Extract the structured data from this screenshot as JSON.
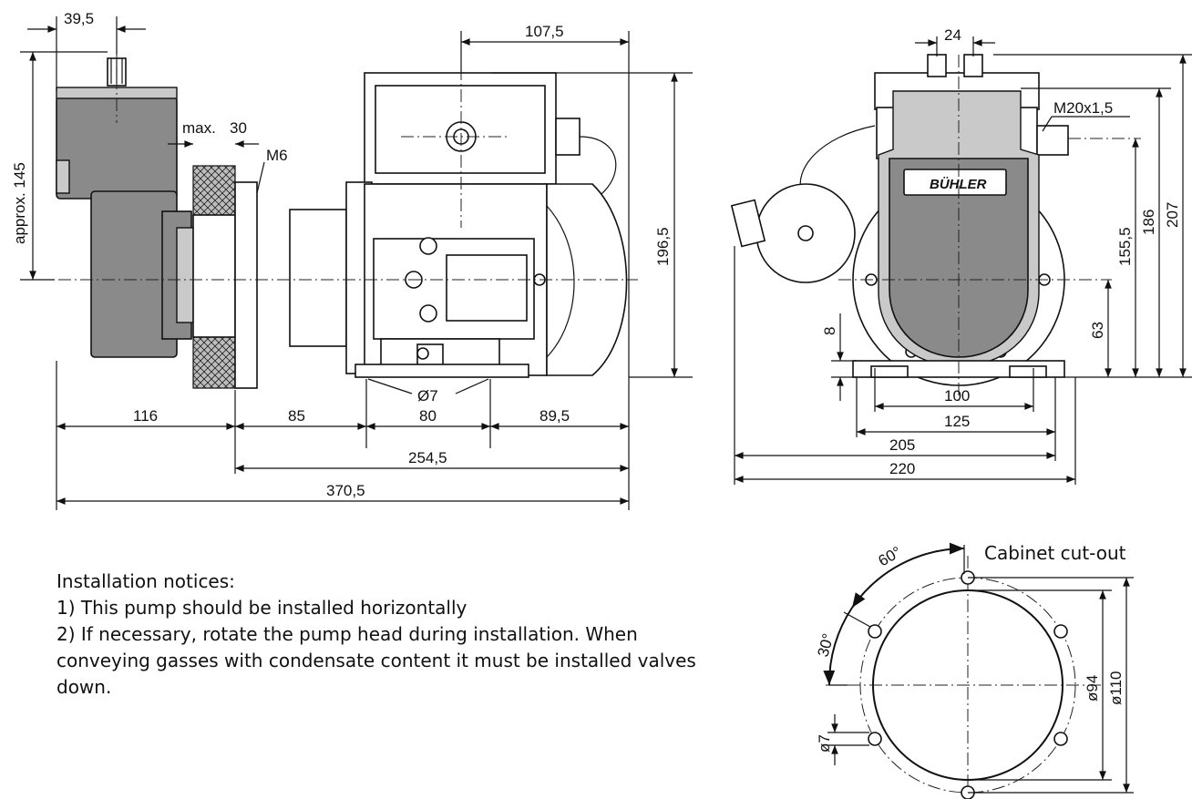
{
  "side_view": {
    "dims": [
      "39,5",
      "107,5",
      "max.",
      "30",
      "M6",
      "approx. 145",
      "196,5",
      "Ø7",
      "116",
      "85",
      "80",
      "89,5",
      "254,5",
      "370,5"
    ]
  },
  "front_view": {
    "dims": [
      "24",
      "M20x1,5",
      "207",
      "186",
      "155,5",
      "63",
      "8",
      "100",
      "125",
      "205",
      "220"
    ],
    "logo_text": "BÜHLER"
  },
  "cutout": {
    "title": "Cabinet cut-out",
    "dims": [
      "60°",
      "30°",
      "ø7",
      "ø94",
      "ø110"
    ]
  },
  "notes": {
    "heading": "Installation notices:",
    "item1": "1) This pump should be installed horizontally",
    "item2": "2) If necessary, rotate the pump head during installation. When conveying gasses with condensate content it must be installed valves down."
  }
}
